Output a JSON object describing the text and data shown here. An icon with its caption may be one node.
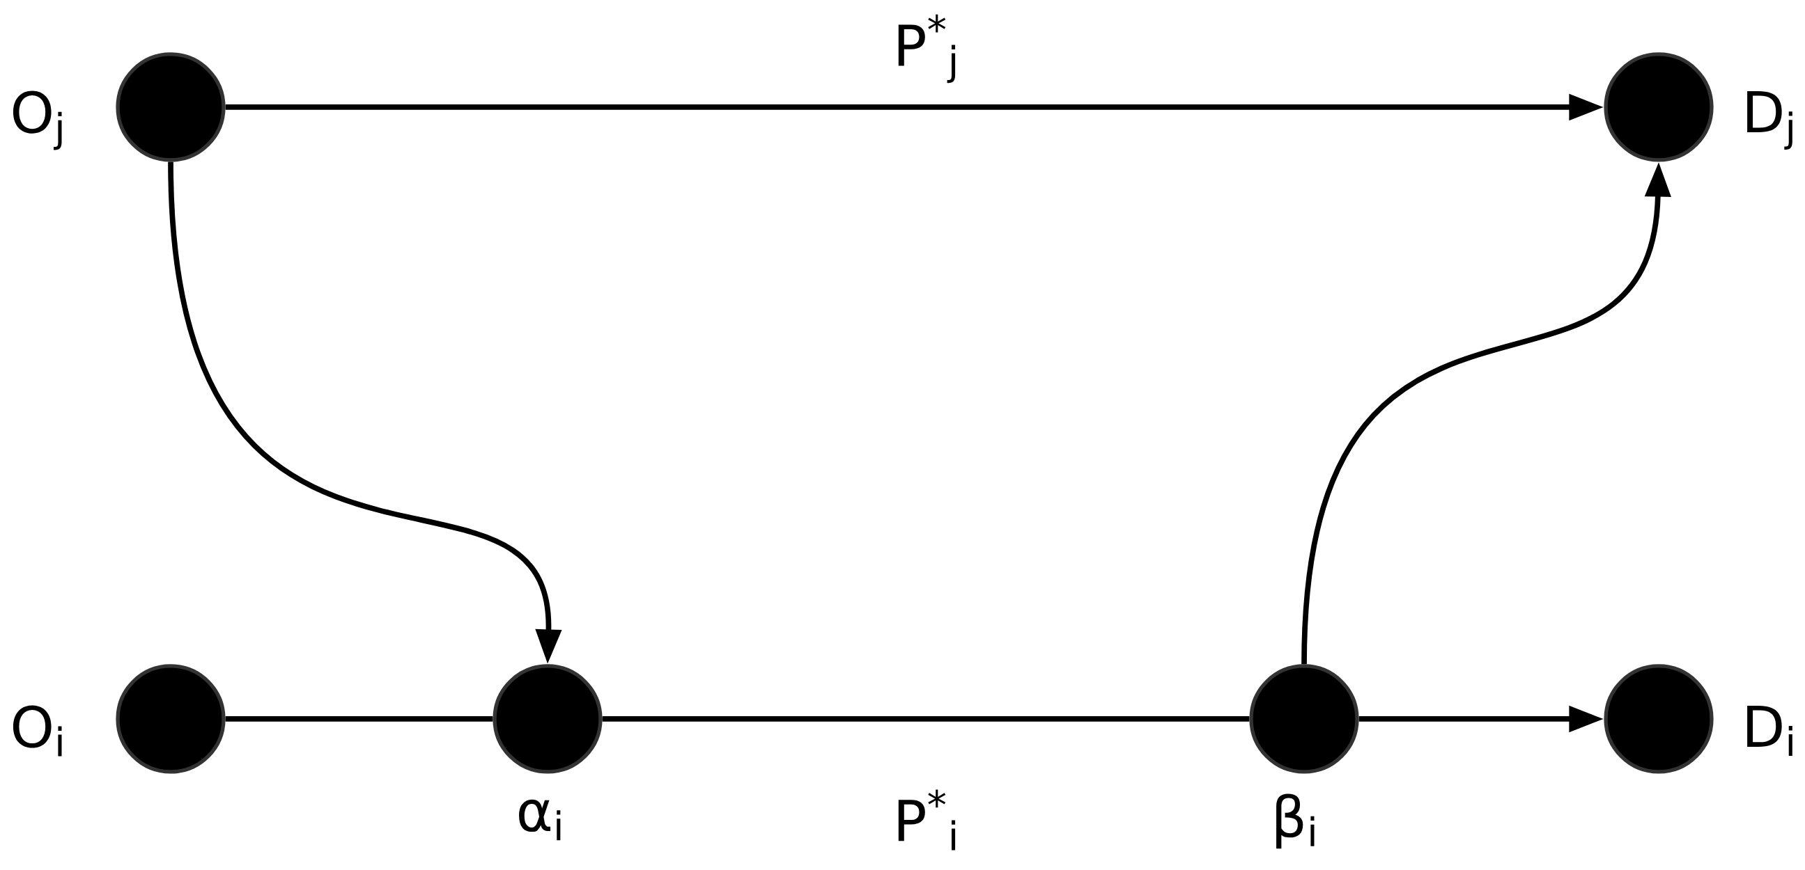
{
  "diagram": {
    "nodes": [
      {
        "text": [],
        "shape": "circle",
        "beside": [
          "O$_{j}$"
        ]
      },
      {
        "text": [],
        "shape": "circle",
        "beside": [
          "D$_{j}$"
        ]
      },
      {
        "text": [],
        "shape": "circle",
        "beside": [
          "O$_{i}$"
        ]
      },
      {
        "text": [],
        "shape": "circle",
        "beside": [
          "α$_{i}$"
        ]
      },
      {
        "text": [],
        "shape": "circle",
        "beside": [
          "β$_{i}$"
        ]
      },
      {
        "text": [],
        "shape": "circle",
        "beside": [
          "D$_{i}$"
        ]
      }
    ],
    "edges": [
      {
        "from": 0,
        "to": 1,
        "arrow": "to",
        "label": "P$^{*}$$_{j}$"
      },
      {
        "from": 0,
        "to": 3,
        "arrow": "to"
      },
      {
        "from": 2,
        "to": 3,
        "arrow": "none"
      },
      {
        "from": 3,
        "to": 4,
        "arrow": "none",
        "label": "P$^{*}$$_{i}$"
      },
      {
        "from": 4,
        "to": 5,
        "arrow": "to"
      },
      {
        "from": 4,
        "to": 1,
        "arrow": "to"
      }
    ]
  }
}
